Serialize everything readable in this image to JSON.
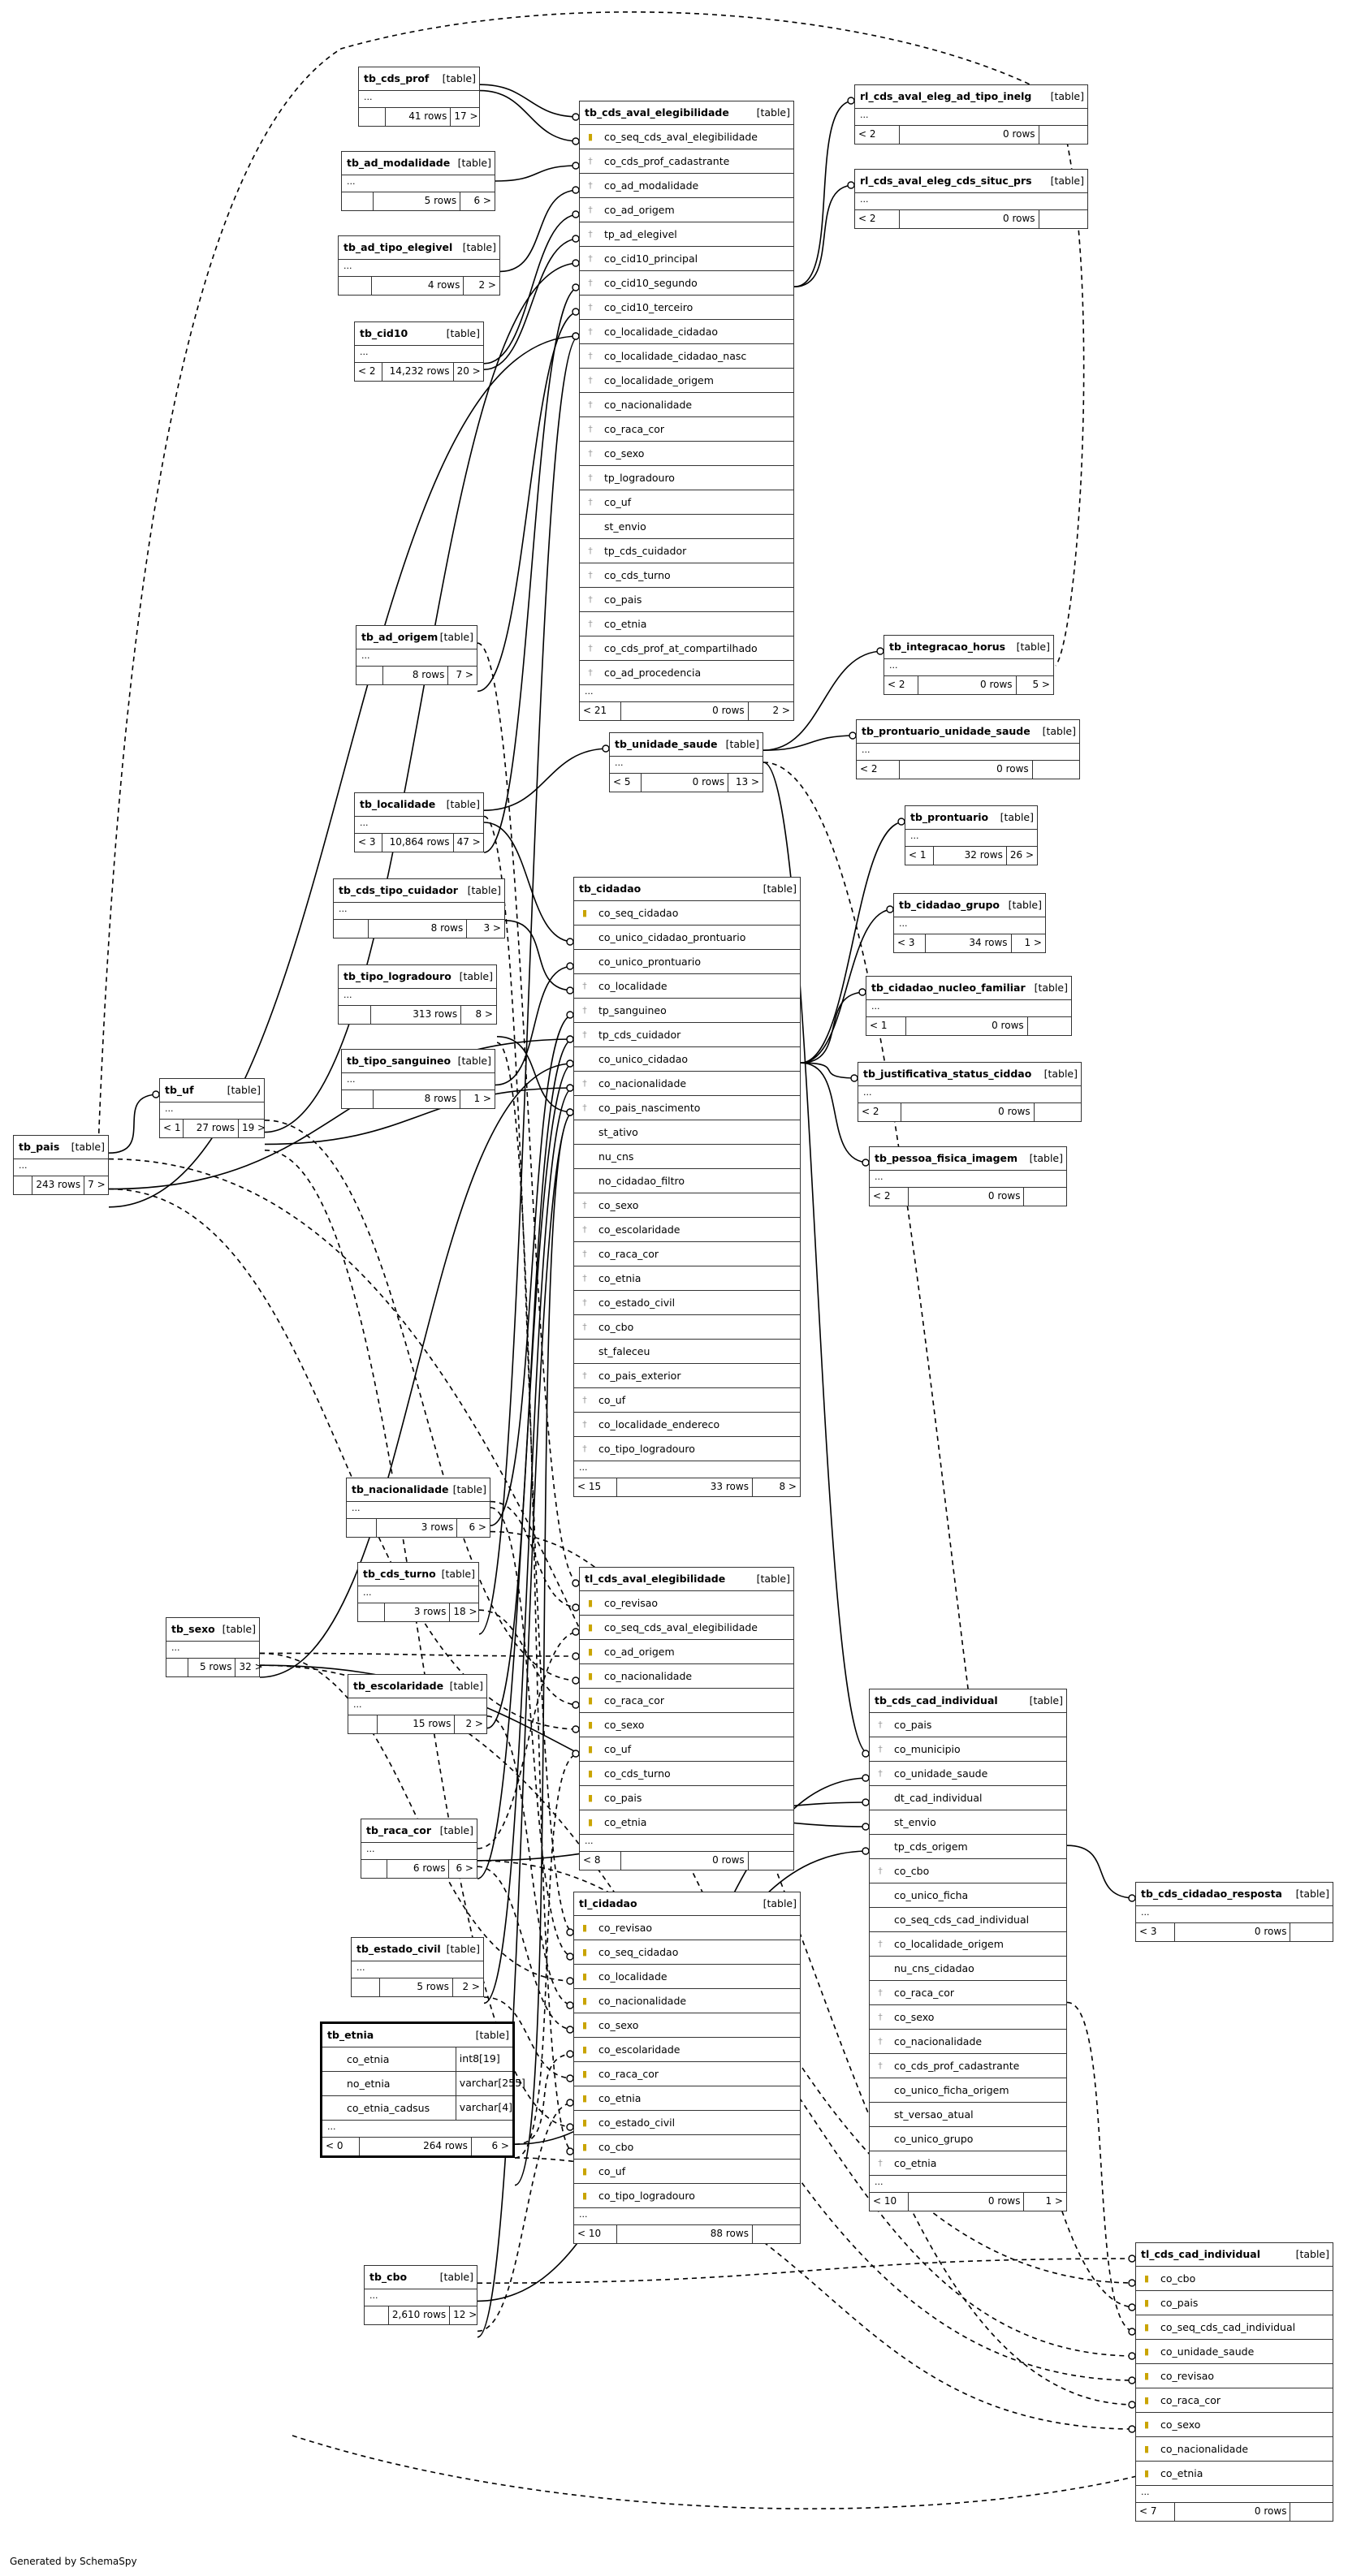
{
  "generated_by": "Generated by SchemaSpy",
  "tables": [
    {
      "id": "tb_cds_prof",
      "title": "tb_cds_prof",
      "kind": "[table]",
      "columns": [],
      "footer": {
        "left": "",
        "mid": "41 rows",
        "right": "17 >"
      }
    },
    {
      "id": "tb_cds_aval_elegibilidade",
      "title": "tb_cds_aval_elegibilidade",
      "kind": "[table]",
      "columns": [
        {
          "name": "co_seq_cds_aval_elegibilidade",
          "pk": true
        },
        {
          "name": "co_cds_prof_cadastrante",
          "fk": true
        },
        {
          "name": "co_ad_modalidade",
          "fk": true
        },
        {
          "name": "co_ad_origem",
          "fk": true
        },
        {
          "name": "tp_ad_elegivel",
          "fk": true
        },
        {
          "name": "co_cid10_principal",
          "fk": true
        },
        {
          "name": "co_cid10_segundo",
          "fk": true
        },
        {
          "name": "co_cid10_terceiro",
          "fk": true
        },
        {
          "name": "co_localidade_cidadao",
          "fk": true
        },
        {
          "name": "co_localidade_cidadao_nasc",
          "fk": true
        },
        {
          "name": "co_localidade_origem",
          "fk": true
        },
        {
          "name": "co_nacionalidade",
          "fk": true
        },
        {
          "name": "co_raca_cor",
          "fk": true
        },
        {
          "name": "co_sexo",
          "fk": true
        },
        {
          "name": "tp_logradouro",
          "fk": true
        },
        {
          "name": "co_uf",
          "fk": true
        },
        {
          "name": "st_envio"
        },
        {
          "name": "tp_cds_cuidador",
          "fk": true
        },
        {
          "name": "co_cds_turno",
          "fk": true
        },
        {
          "name": "co_pais",
          "fk": true
        },
        {
          "name": "co_etnia",
          "fk": true
        },
        {
          "name": "co_cds_prof_at_compartilhado",
          "fk": true
        },
        {
          "name": "co_ad_procedencia",
          "fk": true
        }
      ],
      "footer": {
        "left": "< 21",
        "mid": "0 rows",
        "right": "2 >"
      }
    },
    {
      "id": "rl_tipo_inelg",
      "title": "rl_cds_aval_eleg_ad_tipo_inelg",
      "kind": "[table]",
      "columns": [],
      "footer": {
        "left": "< 2",
        "mid": "0 rows",
        "right": ""
      }
    },
    {
      "id": "rl_situc",
      "title": "rl_cds_aval_eleg_cds_situc_prs",
      "kind": "[table]",
      "columns": [],
      "footer": {
        "left": "< 2",
        "mid": "0 rows",
        "right": ""
      }
    },
    {
      "id": "tb_ad_modalidade",
      "title": "tb_ad_modalidade",
      "kind": "[table]",
      "columns": [],
      "footer": {
        "left": "",
        "mid": "5 rows",
        "right": "6 >"
      }
    },
    {
      "id": "tb_ad_tipo_elegivel",
      "title": "tb_ad_tipo_elegivel",
      "kind": "[table]",
      "columns": [],
      "footer": {
        "left": "",
        "mid": "4 rows",
        "right": "2 >"
      }
    },
    {
      "id": "tb_cid10",
      "title": "tb_cid10",
      "kind": "[table]",
      "columns": [],
      "footer": {
        "left": "< 2",
        "mid": "14,232 rows",
        "right": "20 >"
      }
    },
    {
      "id": "tb_ad_origem",
      "title": "tb_ad_origem",
      "kind": "[table]",
      "columns": [],
      "footer": {
        "left": "",
        "mid": "8 rows",
        "right": "7 >"
      }
    },
    {
      "id": "tb_integracao_horus",
      "title": "tb_integracao_horus",
      "kind": "[table]",
      "columns": [],
      "footer": {
        "left": "< 2",
        "mid": "0 rows",
        "right": "5 >"
      }
    },
    {
      "id": "tb_prontuario_unidade_saude",
      "title": "tb_prontuario_unidade_saude",
      "kind": "[table]",
      "columns": [],
      "footer": {
        "left": "< 2",
        "mid": "0 rows",
        "right": ""
      }
    },
    {
      "id": "tb_unidade_saude",
      "title": "tb_unidade_saude",
      "kind": "[table]",
      "columns": [],
      "footer": {
        "left": "< 5",
        "mid": "0 rows",
        "right": "13 >"
      }
    },
    {
      "id": "tb_localidade",
      "title": "tb_localidade",
      "kind": "[table]",
      "columns": [],
      "footer": {
        "left": "< 3",
        "mid": "10,864 rows",
        "right": "47 >"
      }
    },
    {
      "id": "tb_prontuario",
      "title": "tb_prontuario",
      "kind": "[table]",
      "columns": [],
      "footer": {
        "left": "< 1",
        "mid": "32 rows",
        "right": "26 >"
      }
    },
    {
      "id": "tb_cds_tipo_cuidador",
      "title": "tb_cds_tipo_cuidador",
      "kind": "[table]",
      "columns": [],
      "footer": {
        "left": "",
        "mid": "8 rows",
        "right": "3 >"
      }
    },
    {
      "id": "tb_cidadao",
      "title": "tb_cidadao",
      "kind": "[table]",
      "columns": [
        {
          "name": "co_seq_cidadao",
          "pk": true
        },
        {
          "name": "co_unico_cidadao_prontuario"
        },
        {
          "name": "co_unico_prontuario"
        },
        {
          "name": "co_localidade",
          "fk": true
        },
        {
          "name": "tp_sanguineo",
          "fk": true
        },
        {
          "name": "tp_cds_cuidador",
          "fk": true
        },
        {
          "name": "co_unico_cidadao"
        },
        {
          "name": "co_nacionalidade",
          "fk": true
        },
        {
          "name": "co_pais_nascimento",
          "fk": true
        },
        {
          "name": "st_ativo"
        },
        {
          "name": "nu_cns"
        },
        {
          "name": "no_cidadao_filtro"
        },
        {
          "name": "co_sexo",
          "fk": true
        },
        {
          "name": "co_escolaridade",
          "fk": true
        },
        {
          "name": "co_raca_cor",
          "fk": true
        },
        {
          "name": "co_etnia",
          "fk": true
        },
        {
          "name": "co_estado_civil",
          "fk": true
        },
        {
          "name": "co_cbo",
          "fk": true
        },
        {
          "name": "st_faleceu"
        },
        {
          "name": "co_pais_exterior",
          "fk": true
        },
        {
          "name": "co_uf",
          "fk": true
        },
        {
          "name": "co_localidade_endereco",
          "fk": true
        },
        {
          "name": "co_tipo_logradouro",
          "fk": true
        }
      ],
      "footer": {
        "left": "< 15",
        "mid": "33 rows",
        "right": "8 >"
      }
    },
    {
      "id": "tb_cidadao_grupo",
      "title": "tb_cidadao_grupo",
      "kind": "[table]",
      "columns": [],
      "footer": {
        "left": "< 3",
        "mid": "34 rows",
        "right": "1 >"
      }
    },
    {
      "id": "tb_tipo_logradouro",
      "title": "tb_tipo_logradouro",
      "kind": "[table]",
      "columns": [],
      "footer": {
        "left": "",
        "mid": "313 rows",
        "right": "8 >"
      }
    },
    {
      "id": "tb_cidadao_nucleo_familiar",
      "title": "tb_cidadao_nucleo_familiar",
      "kind": "[table]",
      "columns": [],
      "footer": {
        "left": "< 1",
        "mid": "0 rows",
        "right": ""
      }
    },
    {
      "id": "tb_tipo_sanguineo",
      "title": "tb_tipo_sanguineo",
      "kind": "[table]",
      "columns": [],
      "footer": {
        "left": "",
        "mid": "8 rows",
        "right": "1 >"
      }
    },
    {
      "id": "tb_justificativa_status_ciddao",
      "title": "tb_justificativa_status_ciddao",
      "kind": "[table]",
      "columns": [],
      "footer": {
        "left": "< 2",
        "mid": "0 rows",
        "right": ""
      }
    },
    {
      "id": "tb_uf",
      "title": "tb_uf",
      "kind": "[table]",
      "columns": [],
      "footer": {
        "left": "< 1",
        "mid": "27 rows",
        "right": "19 >"
      }
    },
    {
      "id": "tb_pais",
      "title": "tb_pais",
      "kind": "[table]",
      "columns": [],
      "footer": {
        "left": "",
        "mid": "243 rows",
        "right": "7 >"
      }
    },
    {
      "id": "tb_pessoa_fisica_imagem",
      "title": "tb_pessoa_fisica_imagem",
      "kind": "[table]",
      "columns": [],
      "footer": {
        "left": "< 2",
        "mid": "0 rows",
        "right": ""
      }
    },
    {
      "id": "tb_nacionalidade",
      "title": "tb_nacionalidade",
      "kind": "[table]",
      "columns": [],
      "footer": {
        "left": "",
        "mid": "3 rows",
        "right": "6 >"
      }
    },
    {
      "id": "tb_cds_turno",
      "title": "tb_cds_turno",
      "kind": "[table]",
      "columns": [],
      "footer": {
        "left": "",
        "mid": "3 rows",
        "right": "18 >"
      }
    },
    {
      "id": "tl_cds_aval_elegibilidade",
      "title": "tl_cds_aval_elegibilidade",
      "kind": "[table]",
      "columns": [
        {
          "name": "co_revisao",
          "pk": true
        },
        {
          "name": "co_seq_cds_aval_elegibilidade",
          "pk": true
        },
        {
          "name": "co_ad_origem",
          "fk": true,
          "yk": true
        },
        {
          "name": "co_nacionalidade",
          "fk": true,
          "yk": true
        },
        {
          "name": "co_raca_cor",
          "fk": true,
          "yk": true
        },
        {
          "name": "co_sexo",
          "fk": true,
          "yk": true
        },
        {
          "name": "co_uf",
          "fk": true,
          "yk": true
        },
        {
          "name": "co_cds_turno",
          "fk": true,
          "yk": true
        },
        {
          "name": "co_pais",
          "fk": true,
          "yk": true
        },
        {
          "name": "co_etnia",
          "fk": true,
          "yk": true
        }
      ],
      "footer": {
        "left": "< 8",
        "mid": "0 rows",
        "right": ""
      }
    },
    {
      "id": "tb_sexo",
      "title": "tb_sexo",
      "kind": "[table]",
      "columns": [],
      "footer": {
        "left": "",
        "mid": "5 rows",
        "right": "32 >"
      }
    },
    {
      "id": "tb_escolaridade",
      "title": "tb_escolaridade",
      "kind": "[table]",
      "columns": [],
      "footer": {
        "left": "",
        "mid": "15 rows",
        "right": "2 >"
      }
    },
    {
      "id": "tb_cds_cad_individual",
      "title": "tb_cds_cad_individual",
      "kind": "[table]",
      "columns": [
        {
          "name": "co_pais",
          "fk": true
        },
        {
          "name": "co_municipio",
          "fk": true
        },
        {
          "name": "co_unidade_saude",
          "fk": true
        },
        {
          "name": "dt_cad_individual"
        },
        {
          "name": "st_envio"
        },
        {
          "name": "tp_cds_origem"
        },
        {
          "name": "co_cbo",
          "fk": true
        },
        {
          "name": "co_unico_ficha"
        },
        {
          "name": "co_seq_cds_cad_individual"
        },
        {
          "name": "co_localidade_origem",
          "fk": true
        },
        {
          "name": "nu_cns_cidadao"
        },
        {
          "name": "co_raca_cor",
          "fk": true
        },
        {
          "name": "co_sexo",
          "fk": true
        },
        {
          "name": "co_nacionalidade",
          "fk": true
        },
        {
          "name": "co_cds_prof_cadastrante",
          "fk": true
        },
        {
          "name": "co_unico_ficha_origem"
        },
        {
          "name": "st_versao_atual"
        },
        {
          "name": "co_unico_grupo"
        },
        {
          "name": "co_etnia",
          "fk": true
        }
      ],
      "footer": {
        "left": "< 10",
        "mid": "0 rows",
        "right": "1 >"
      }
    },
    {
      "id": "tb_raca_cor",
      "title": "tb_raca_cor",
      "kind": "[table]",
      "columns": [],
      "footer": {
        "left": "",
        "mid": "6 rows",
        "right": "6 >"
      }
    },
    {
      "id": "tb_cds_cidadao_resposta",
      "title": "tb_cds_cidadao_resposta",
      "kind": "[table]",
      "columns": [],
      "footer": {
        "left": "< 3",
        "mid": "0 rows",
        "right": ""
      }
    },
    {
      "id": "tl_cidadao",
      "title": "tl_cidadao",
      "kind": "[table]",
      "columns": [
        {
          "name": "co_revisao",
          "yk": true
        },
        {
          "name": "co_seq_cidadao",
          "yk": true
        },
        {
          "name": "co_localidade",
          "yk": true
        },
        {
          "name": "co_nacionalidade",
          "yk": true
        },
        {
          "name": "co_sexo",
          "yk": true
        },
        {
          "name": "co_escolaridade",
          "yk": true
        },
        {
          "name": "co_raca_cor",
          "yk": true
        },
        {
          "name": "co_etnia",
          "yk": true
        },
        {
          "name": "co_estado_civil",
          "yk": true
        },
        {
          "name": "co_cbo",
          "yk": true
        },
        {
          "name": "co_uf",
          "yk": true
        },
        {
          "name": "co_tipo_logradouro",
          "yk": true
        }
      ],
      "footer": {
        "left": "< 10",
        "mid": "88 rows",
        "right": ""
      }
    },
    {
      "id": "tb_estado_civil",
      "title": "tb_estado_civil",
      "kind": "[table]",
      "columns": [],
      "footer": {
        "left": "",
        "mid": "5 rows",
        "right": "2 >"
      }
    },
    {
      "id": "tb_etnia",
      "title": "tb_etnia",
      "kind": "[table]",
      "focus": true,
      "columns": [
        {
          "name": "co_etnia",
          "type": "int8[19]"
        },
        {
          "name": "no_etnia",
          "type": "varchar[255]"
        },
        {
          "name": "co_etnia_cadsus",
          "type": "varchar[4]"
        }
      ],
      "footer": {
        "left": "< 0",
        "mid": "264 rows",
        "right": "6 >"
      }
    },
    {
      "id": "tb_cbo",
      "title": "tb_cbo",
      "kind": "[table]",
      "columns": [],
      "footer": {
        "left": "",
        "mid": "2,610 rows",
        "right": "12 >"
      }
    },
    {
      "id": "tl_cds_cad_individual",
      "title": "tl_cds_cad_individual",
      "kind": "[table]",
      "columns": [
        {
          "name": "co_cbo",
          "yk": true
        },
        {
          "name": "co_pais",
          "yk": true
        },
        {
          "name": "co_seq_cds_cad_individual",
          "yk": true
        },
        {
          "name": "co_unidade_saude",
          "yk": true
        },
        {
          "name": "co_revisao",
          "yk": true
        },
        {
          "name": "co_raca_cor",
          "yk": true
        },
        {
          "name": "co_sexo",
          "yk": true
        },
        {
          "name": "co_nacionalidade",
          "yk": true
        },
        {
          "name": "co_etnia",
          "yk": true
        }
      ],
      "footer": {
        "left": "< 7",
        "mid": "0 rows",
        "right": ""
      }
    }
  ]
}
